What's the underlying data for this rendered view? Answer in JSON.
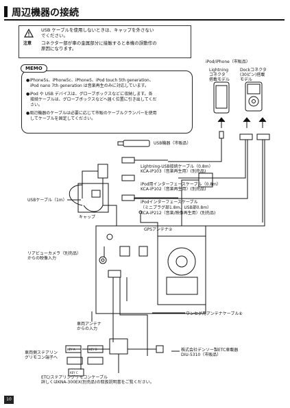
{
  "page": {
    "title": "周辺機器の接続",
    "page_number": "10"
  },
  "caution": {
    "label": "注意",
    "line1": "USB ケーブルを使用しないときは、キャップを外さない",
    "line2": "でください。",
    "line3": "コネクター部が車の金属部分に接触すると本機の誤動作の",
    "line4": "原因になります。"
  },
  "memo": {
    "tag": "MEMO",
    "items": [
      "iPhone5s、iPhone5c、iPhone5、iPod touch 5th generation、",
      "iPod nano 7th generation は音楽再生のみに対応しています。",
      "iPod や USB デバイスは、グローブボックスなどに収納します。各",
      "接続ケーブルは、グローブボックスなどへ届く位置に引き出してくだ",
      "さい。",
      "周辺機器のケーブルは必要に応じて市販のケーブルクランパーを使用",
      "してケーブルを固定してください。"
    ]
  },
  "devices": {
    "header": "iPod/iPhone（市販品）",
    "lightning_l1": "Lightning",
    "lightning_l2": "コネクタ",
    "lightning_l3": "搭載モデル",
    "dock_l1": "Dockコネクタ",
    "dock_l2": "(30ピン)搭載",
    "dock_l3": "モデル"
  },
  "labels": {
    "usb_memory": "USB機器（市販品）",
    "lightning_cable_1": "Lightning-USB接続ケーブル（0.8m）",
    "lightning_cable_2": "KCA-iP103（音楽再生用）(別売品)",
    "ipod_cable_1": "iPod用インターフェースケーブル（0.8m）",
    "ipod_cable_2": "KCA-iP102（音楽再生用）(別売品)",
    "ipod_if_1": "iPodインターフェースケーブル",
    "ipod_if_2": "（ミニプラグ部1.8m、USB部0.8m）",
    "ipod_if_3": "KCA-iP212（音楽/映像再生用）(別売品)",
    "usb_cable": "USBケーブル（1m）",
    "cap": "キャップ",
    "gps": "GPSアンテナ②",
    "rear_cam_1": "リアビューカメラ（別売品）",
    "rear_cam_2": "からの映像入力",
    "car_ant_1": "車両アンテナ",
    "car_ant_2": "からの入力",
    "oneseg": "ワンセグ用アンテナケーブル⑥",
    "etc_1": "株式会社デンソー製ETC車載器",
    "etc_2": "DIU-5310（市販品）",
    "steering_1": "車両側ステアリン",
    "steering_2": "グリモコン端子へ",
    "etc_bottom_1": "ETC/ステアリングリモコンケーブル",
    "etc_bottom_2": "詳しくはKNA-300EX(別売品)の取扱説明書をご覧ください。",
    "conn_a": "KEY A",
    "conn_b": "KEY B",
    "conn_c": "KEY C"
  }
}
